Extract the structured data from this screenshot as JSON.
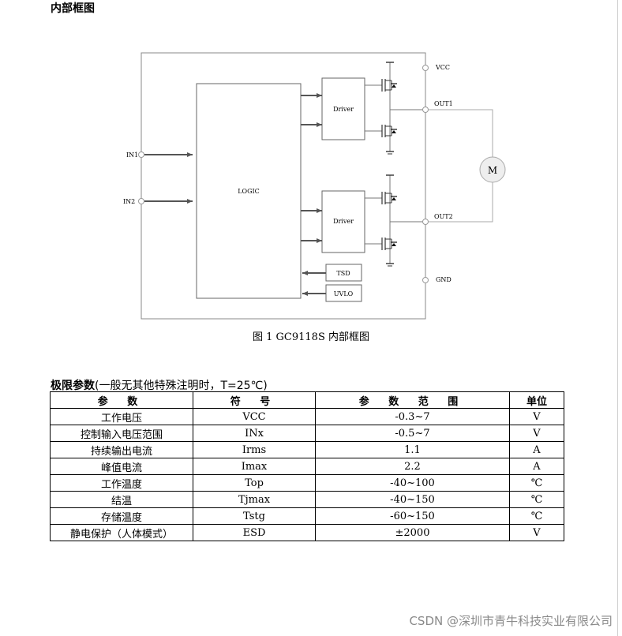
{
  "section_title": "内部框图",
  "diagram": {
    "pins": {
      "vcc": "VCC",
      "out1": "OUT1",
      "out2": "OUT2",
      "gnd": "GND",
      "in1": "IN1",
      "in2": "IN2"
    },
    "blocks": {
      "logic": "LOGIC",
      "driver_top": "Driver",
      "driver_bottom": "Driver",
      "tsd": "TSD",
      "uvlo": "UVLO"
    },
    "motor": "M"
  },
  "caption": "图 1 GC9118S  内部框图",
  "table": {
    "title_bold": "极限参数",
    "title_rest": "(一般无其他特殊注明时，T=25℃)",
    "headers": [
      "参 数",
      "符 号",
      "参 数 范 围",
      "单位"
    ],
    "rows": [
      [
        "工作电压",
        "VCC",
        "-0.3~7",
        "V"
      ],
      [
        "控制输入电压范围",
        "INx",
        "-0.5~7",
        "V"
      ],
      [
        "持续输出电流",
        "Irms",
        "1.1",
        "A"
      ],
      [
        "峰值电流",
        "Imax",
        "2.2",
        "A"
      ],
      [
        "工作温度",
        "Top",
        "-40~100",
        "℃"
      ],
      [
        "结温",
        "Tjmax",
        "-40~150",
        "℃"
      ],
      [
        "存储温度",
        "Tstg",
        "-60~150",
        "℃"
      ],
      [
        "静电保护（人体模式）",
        "ESD",
        "±2000",
        "V"
      ]
    ]
  },
  "watermark": "CSDN @深圳市青牛科技实业有限公司"
}
